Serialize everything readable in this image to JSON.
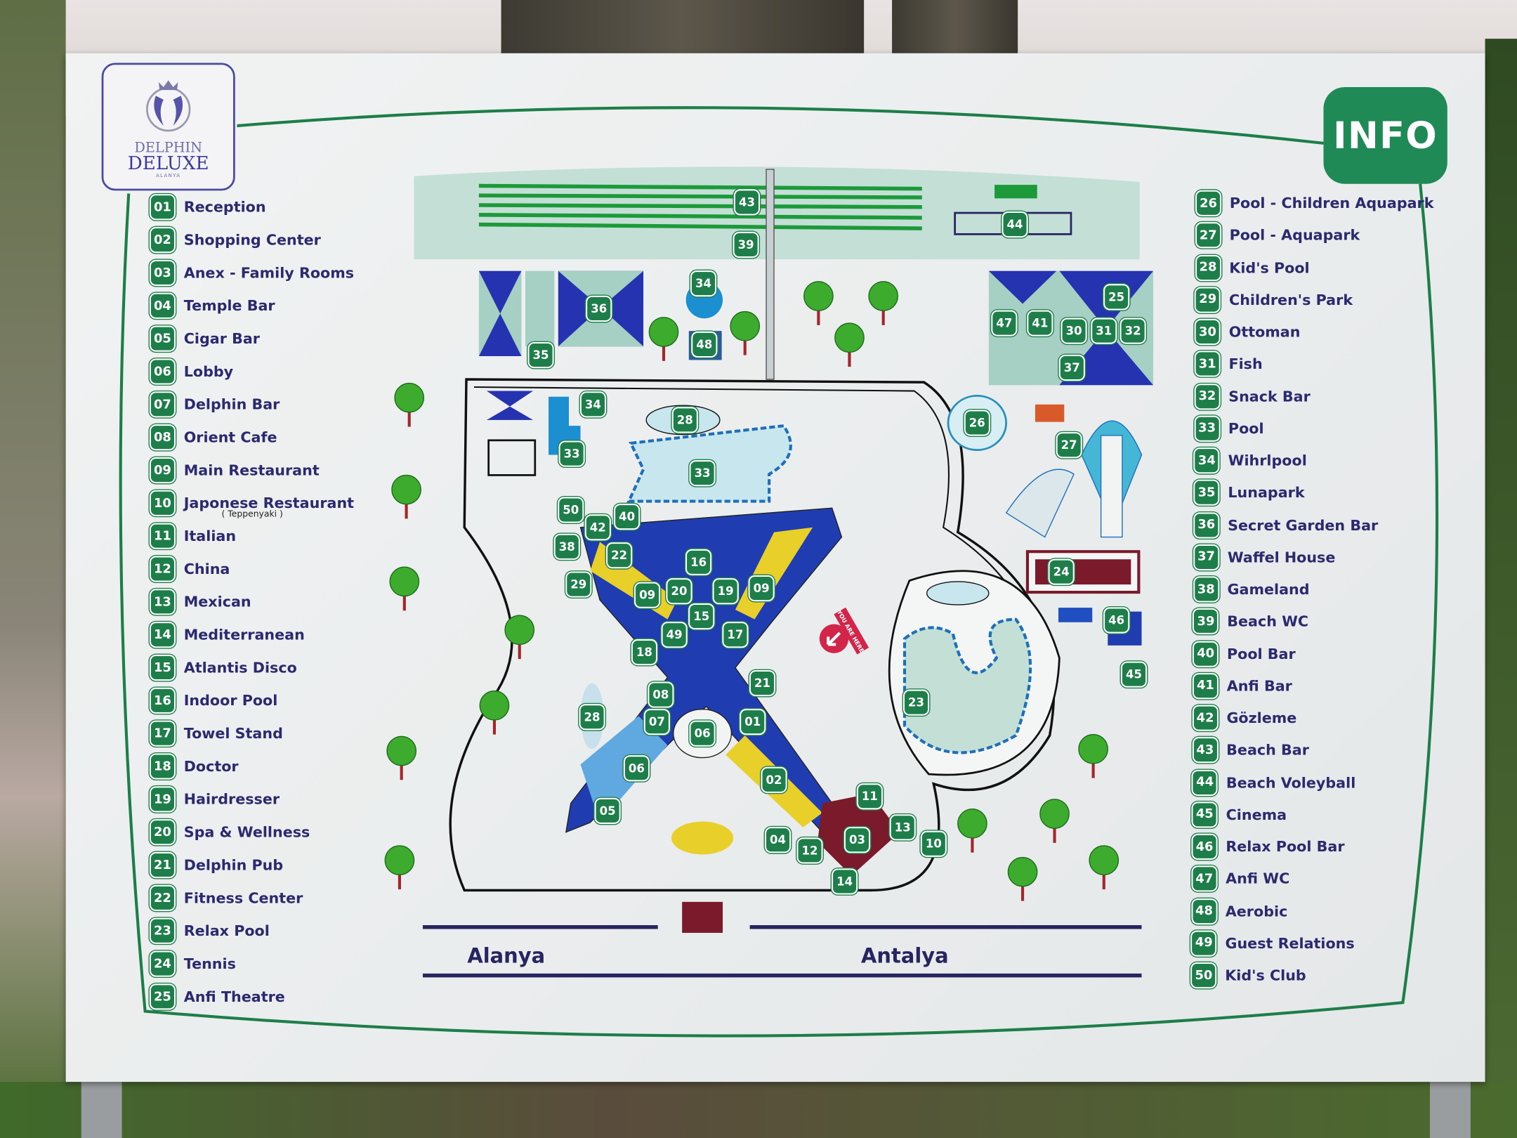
{
  "logo": {
    "line1": "DELPHIN",
    "line2": "DELUXE",
    "line3": "ALANYA"
  },
  "info_badge": "INFO",
  "you_are_here": "YOU ARE HERE",
  "roads": {
    "left": "Alanya",
    "right": "Antalya"
  },
  "legend_left": [
    {
      "num": "01",
      "label": "Reception"
    },
    {
      "num": "02",
      "label": "Shopping Center"
    },
    {
      "num": "03",
      "label": "Anex - Family Rooms"
    },
    {
      "num": "04",
      "label": "Temple Bar"
    },
    {
      "num": "05",
      "label": "Cigar Bar"
    },
    {
      "num": "06",
      "label": "Lobby"
    },
    {
      "num": "07",
      "label": "Delphin Bar"
    },
    {
      "num": "08",
      "label": "Orient Cafe"
    },
    {
      "num": "09",
      "label": "Main Restaurant"
    },
    {
      "num": "10",
      "label": "Japonese Restaurant"
    },
    {
      "num": "11",
      "label": "Italian"
    },
    {
      "num": "12",
      "label": "China"
    },
    {
      "num": "13",
      "label": "Mexican"
    },
    {
      "num": "14",
      "label": "Mediterranean"
    },
    {
      "num": "15",
      "label": "Atlantis Disco"
    },
    {
      "num": "16",
      "label": "Indoor Pool"
    },
    {
      "num": "17",
      "label": "Towel Stand"
    },
    {
      "num": "18",
      "label": "Doctor"
    },
    {
      "num": "19",
      "label": "Hairdresser"
    },
    {
      "num": "20",
      "label": "Spa & Wellness"
    },
    {
      "num": "21",
      "label": "Delphin Pub"
    },
    {
      "num": "22",
      "label": "Fitness Center"
    },
    {
      "num": "23",
      "label": "Relax Pool"
    },
    {
      "num": "24",
      "label": "Tennis"
    },
    {
      "num": "25",
      "label": "Anfi Theatre"
    }
  ],
  "legend_left_note": "( Teppenyaki )",
  "legend_right": [
    {
      "num": "26",
      "label": "Pool - Children Aquapark"
    },
    {
      "num": "27",
      "label": "Pool - Aquapark"
    },
    {
      "num": "28",
      "label": "Kid's Pool"
    },
    {
      "num": "29",
      "label": "Children's Park"
    },
    {
      "num": "30",
      "label": "Ottoman"
    },
    {
      "num": "31",
      "label": "Fish"
    },
    {
      "num": "32",
      "label": "Snack Bar"
    },
    {
      "num": "33",
      "label": "Pool"
    },
    {
      "num": "34",
      "label": "Wihrlpool"
    },
    {
      "num": "35",
      "label": "Lunapark"
    },
    {
      "num": "36",
      "label": "Secret Garden Bar"
    },
    {
      "num": "37",
      "label": "Waffel House"
    },
    {
      "num": "38",
      "label": "Gameland"
    },
    {
      "num": "39",
      "label": "Beach WC"
    },
    {
      "num": "40",
      "label": "Pool Bar"
    },
    {
      "num": "41",
      "label": "Anfi Bar"
    },
    {
      "num": "42",
      "label": "Gözleme"
    },
    {
      "num": "43",
      "label": "Beach Bar"
    },
    {
      "num": "44",
      "label": "Beach Voleyball"
    },
    {
      "num": "45",
      "label": "Cinema"
    },
    {
      "num": "46",
      "label": "Relax Pool Bar"
    },
    {
      "num": "47",
      "label": "Anfi WC"
    },
    {
      "num": "48",
      "label": "Aerobic"
    },
    {
      "num": "49",
      "label": "Guest Relations"
    },
    {
      "num": "50",
      "label": "Kid's Club"
    }
  ],
  "map_markers": [
    "43",
    "39",
    "44",
    "34",
    "36",
    "35",
    "48",
    "47",
    "41",
    "25",
    "30",
    "31",
    "32",
    "37",
    "34",
    "33",
    "28",
    "33",
    "26",
    "27",
    "50",
    "42",
    "40",
    "38",
    "22",
    "29",
    "16",
    "09",
    "20",
    "19",
    "09",
    "15",
    "49",
    "17",
    "18",
    "24",
    "46",
    "45",
    "21",
    "08",
    "28",
    "07",
    "06",
    "01",
    "23",
    "06",
    "02",
    "05",
    "11",
    "13",
    "03",
    "10",
    "04",
    "12",
    "14"
  ],
  "colors": {
    "green": "#1d7e4a",
    "navy": "#2b2a6e",
    "blue": "#1f3cb0",
    "yellow": "#e8cf2a",
    "pool": "#bfe3ea",
    "red": "#d3244a"
  }
}
